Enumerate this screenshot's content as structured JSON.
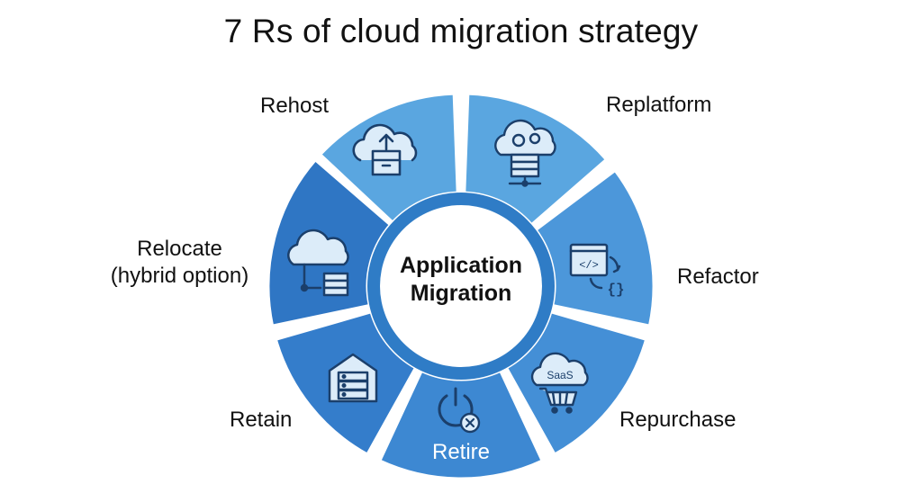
{
  "title": "7 Rs of cloud migration strategy",
  "center": {
    "line1": "Application",
    "line2": "Migration"
  },
  "segments": [
    {
      "id": "rehost",
      "label": "Rehost",
      "icon": "cloud-upload-box-icon",
      "color": "#5aa6e0"
    },
    {
      "id": "replatform",
      "label": "Replatform",
      "icon": "cloud-gears-server-icon",
      "color": "#5aa6e0"
    },
    {
      "id": "refactor",
      "label": "Refactor",
      "icon": "code-window-arrows-icon",
      "color": "#4c97da"
    },
    {
      "id": "repurchase",
      "label": "Repurchase",
      "icon": "saas-cloud-cart-icon",
      "color": "#448fd6"
    },
    {
      "id": "retire",
      "label": "Retire",
      "icon": "power-off-icon",
      "color": "#3d88d2"
    },
    {
      "id": "retain",
      "label": "Retain",
      "icon": "warehouse-servers-icon",
      "color": "#347dcb"
    },
    {
      "id": "relocate",
      "label": "Relocate\n(hybrid option)",
      "icon": "cloud-server-link-icon",
      "color": "#2f76c4"
    }
  ],
  "saas_text": "SaaS",
  "code_text": "</>",
  "brace_text": "{}"
}
